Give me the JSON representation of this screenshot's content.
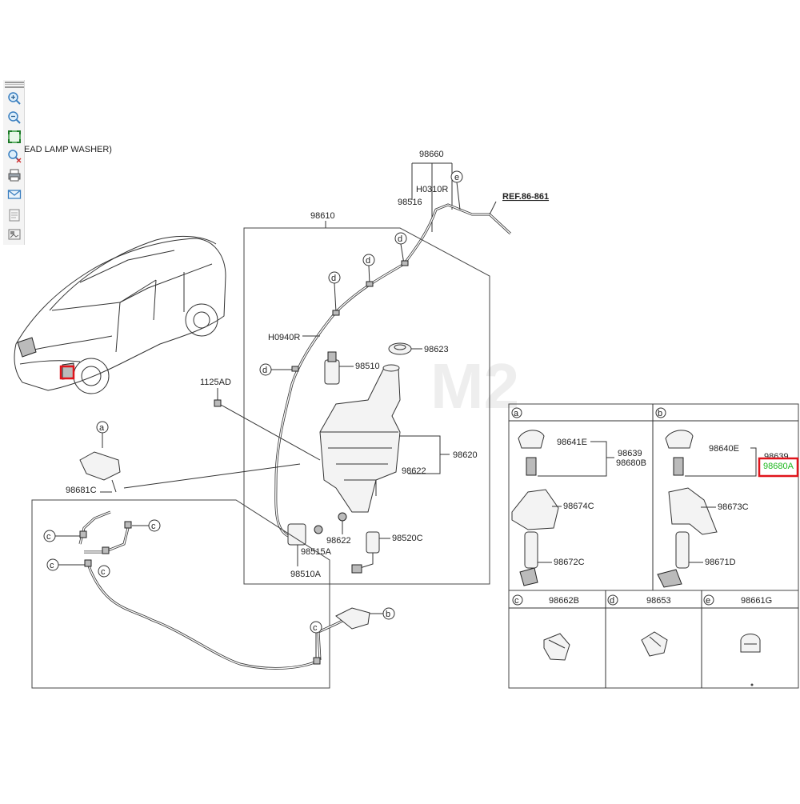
{
  "header": {
    "caption": "HEAD LAMP WASHER)"
  },
  "watermark": "M2",
  "toolbar": {
    "items": [
      {
        "name": "zoom-in-icon"
      },
      {
        "name": "zoom-out-icon"
      },
      {
        "name": "fit-screen-icon"
      },
      {
        "name": "zoom-reset-icon"
      },
      {
        "name": "print-icon"
      },
      {
        "name": "email-icon"
      },
      {
        "name": "document-icon"
      },
      {
        "name": "image-icon"
      }
    ]
  },
  "labels": {
    "p98660": "98660",
    "h0310r": "H0310R",
    "p98516": "98516",
    "ref": "REF.86-861",
    "p98610": "98610",
    "h0940r": "H0940R",
    "p98623": "98623",
    "p98510": "98510",
    "p1125ad": "1125AD",
    "p98620": "98620",
    "p98622a": "98622",
    "p98622b": "98622",
    "p98520c": "98520C",
    "p98515a": "98515A",
    "p98510a": "98510A",
    "p98681c": "98681C"
  },
  "markers": {
    "a": "a",
    "b": "b",
    "c": "c",
    "d": "d",
    "e": "e"
  },
  "inset_a": {
    "tag": "a",
    "p98641e": "98641E",
    "p98639": "98639",
    "p98680b": "98680B",
    "p98674c": "98674C",
    "p98672c": "98672C"
  },
  "inset_b": {
    "tag": "b",
    "p98640e": "98640E",
    "p98639": "98639",
    "p98680a": "98680A",
    "p98673c": "98673C",
    "p98671d": "98671D"
  },
  "inset_c": {
    "tag": "c",
    "part": "98662B"
  },
  "inset_d": {
    "tag": "d",
    "part": "98653"
  },
  "inset_e": {
    "tag": "e",
    "part": "98661G"
  },
  "colors": {
    "highlight": "#e0141b",
    "label_highlight": "#1fb81f"
  }
}
